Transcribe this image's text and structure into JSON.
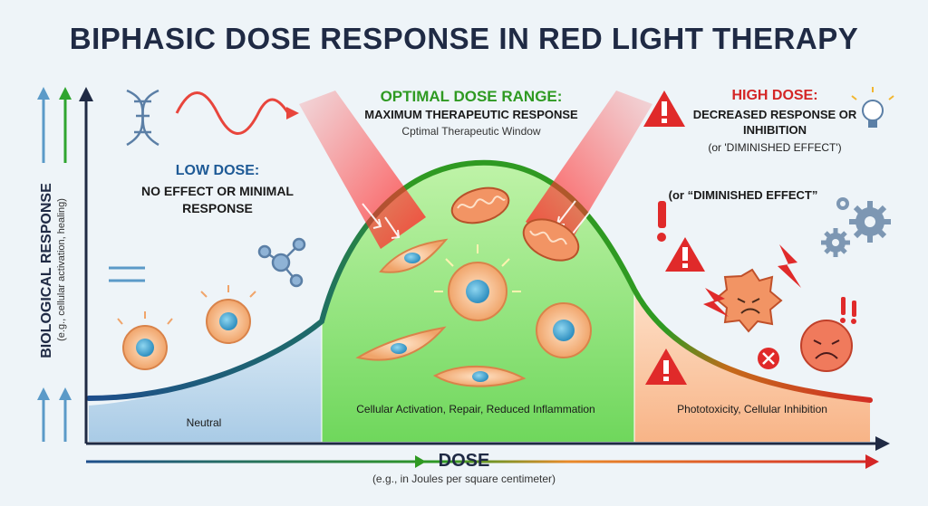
{
  "title": "BIPHASIC DOSE RESPONSE IN RED LIGHT THERAPY",
  "y_axis": {
    "label": "BIOLOGICAL RESPONSE",
    "sublabel": "(e.g., cellular activation, healing)"
  },
  "x_axis": {
    "label": "DOSE",
    "sublabel": "(e.g., in Joules per square centimeter)"
  },
  "low_dose": {
    "heading": "LOW DOSE:",
    "description": "NO EFFECT OR MINIMAL RESPONSE",
    "zone_label": "Neutral",
    "color": "#c4ddef"
  },
  "optimal_dose": {
    "heading": "OPTIMAL DOSE RANGE:",
    "description": "MAXIMUM THERAPEUTIC RESPONSE",
    "subtitle": "Cptimal Therapeutic Window",
    "zone_label": "Cellular Activation, Repair, Reduced Inflammation",
    "color": "#8fe07f"
  },
  "high_dose": {
    "heading": "HIGH DOSE:",
    "description": "DECREASED RESPONSE OR INHIBITION",
    "subtitle": "(or 'DIMINISHED EFFECT')",
    "note": "(or “DIMINISHED EFFECT”",
    "zone_label": "Phototoxicity, Cellular Inhibition",
    "color": "#fbc9a3"
  },
  "colors": {
    "curve_low": "#1e4e8c",
    "curve_optimal": "#2f9a22",
    "curve_high": "#d42626",
    "axis": "#1f2a44"
  },
  "icons": [
    "dna-icon",
    "light-wave-icon",
    "molecule-icon",
    "warning-icon",
    "lightbulb-icon",
    "gear-icon",
    "mitochondria-icon",
    "cell-icon"
  ]
}
